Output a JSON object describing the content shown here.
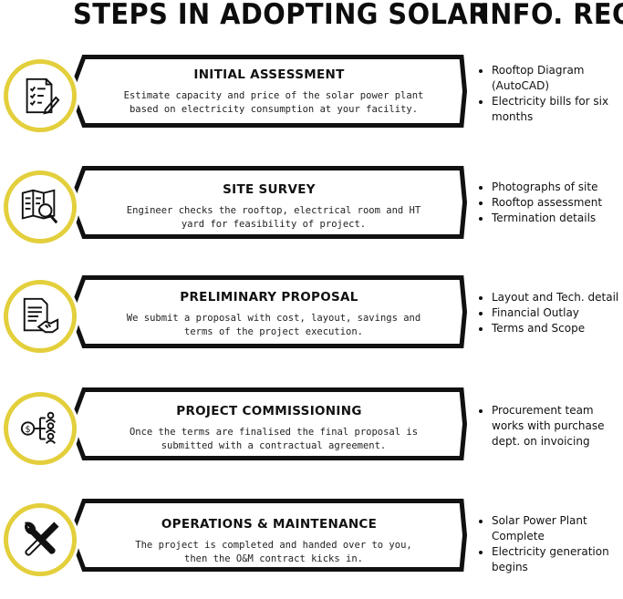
{
  "header": {
    "left_title": "STEPS IN ADOPTING SOLAR",
    "right_title": "INFO. REQ."
  },
  "colors": {
    "accent": "#e3cf3c",
    "border": "#111111"
  },
  "steps": [
    {
      "title": "INITIAL ASSESSMENT",
      "description": [
        "Estimate capacity and price of the solar power plant",
        "based on electricity consumption at your facility."
      ],
      "icon": "checklist-document-icon",
      "info": [
        "Rooftop Diagram (AutoCAD)",
        "Electricity bills for six months"
      ]
    },
    {
      "title": "SITE SURVEY",
      "description": [
        "Engineer checks the rooftop, electrical room and HT",
        "yard for feasibility of project."
      ],
      "icon": "map-magnifier-icon",
      "info": [
        "Photographs of site",
        "Rooftop assessment",
        "Termination details"
      ]
    },
    {
      "title": "PRELIMINARY PROPOSAL",
      "description": [
        "We submit a proposal with cost, layout, savings and",
        "terms of the project execution."
      ],
      "icon": "document-handshake-icon",
      "info": [
        "Layout and Tech. detail",
        "Financial Outlay",
        "Terms and Scope"
      ]
    },
    {
      "title": "PROJECT COMMISSIONING",
      "description": [
        "Once the terms are finalised the final proposal is",
        "submitted with a contractual agreement."
      ],
      "icon": "money-people-network-icon",
      "info": [
        "Procurement team works with purchase dept. on invoicing"
      ]
    },
    {
      "title": "OPERATIONS & MAINTENANCE",
      "description": [
        "The project is completed and handed over to you,",
        "then the O&M contract kicks in."
      ],
      "icon": "wrench-screwdriver-icon",
      "info": [
        "Solar Power Plant Complete",
        "Electricity generation begins"
      ]
    }
  ]
}
